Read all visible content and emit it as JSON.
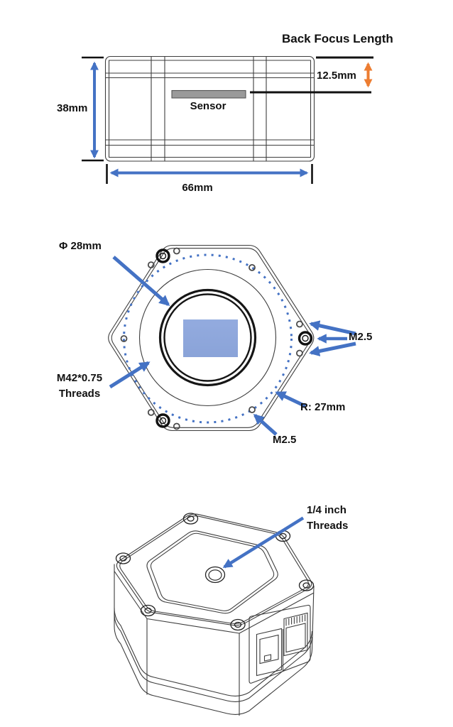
{
  "side_view": {
    "title": "Back Focus Length",
    "back_focus_value": "12.5mm",
    "height_value": "38mm",
    "width_value": "66mm",
    "sensor_label": "Sensor"
  },
  "front_view": {
    "aperture_label": "Φ 28mm",
    "thread_label_line1": "M42*0.75",
    "thread_label_line2": "Threads",
    "screw_label_right": "M2.5",
    "screw_label_bottom": "M2.5",
    "radius_label": "R: 27mm"
  },
  "iso_view": {
    "tripod_label_line1": "1/4 inch",
    "tripod_label_line2": "Threads"
  },
  "colors": {
    "dimension_blue": "#4472C4",
    "dimension_orange": "#ED7D31",
    "sensor_fill": "#8EA9DB",
    "sensor_bar_gray": "#9A9A9A",
    "line_color": "#3D3D3D"
  }
}
